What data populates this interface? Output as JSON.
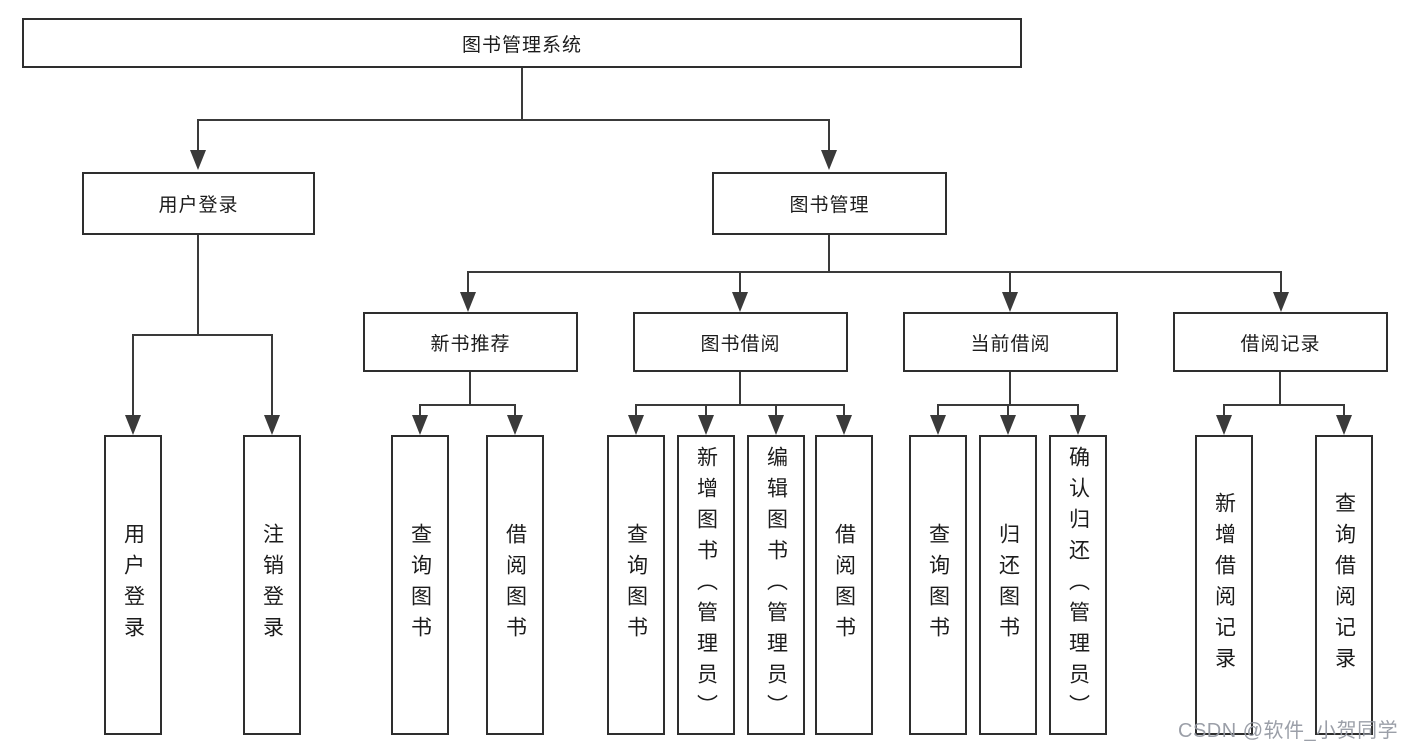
{
  "diagram": {
    "root": {
      "label": "图书管理系统",
      "children": [
        {
          "label": "用户登录",
          "children": [
            {
              "label": "用户登录"
            },
            {
              "label": "注销登录"
            }
          ]
        },
        {
          "label": "图书管理",
          "children": [
            {
              "label": "新书推荐",
              "children": [
                {
                  "label": "查询图书"
                },
                {
                  "label": "借阅图书"
                }
              ]
            },
            {
              "label": "图书借阅",
              "children": [
                {
                  "label": "查询图书"
                },
                {
                  "label": "新增图书（管理员）"
                },
                {
                  "label": "编辑图书（管理员）"
                },
                {
                  "label": "借阅图书"
                }
              ]
            },
            {
              "label": "当前借阅",
              "children": [
                {
                  "label": "查询图书"
                },
                {
                  "label": "归还图书"
                },
                {
                  "label": "确认归还（管理员）"
                }
              ]
            },
            {
              "label": "借阅记录",
              "children": [
                {
                  "label": "新增借阅记录"
                },
                {
                  "label": "查询借阅记录"
                }
              ]
            }
          ]
        }
      ]
    }
  },
  "watermark": {
    "text": "CSDN @软件_小贺同学"
  },
  "colors": {
    "line": "#3a3a3a",
    "box_border": "#2e2e2e",
    "text": "#1c1c1c",
    "background": "#ffffff",
    "watermark": "#969aa3"
  }
}
